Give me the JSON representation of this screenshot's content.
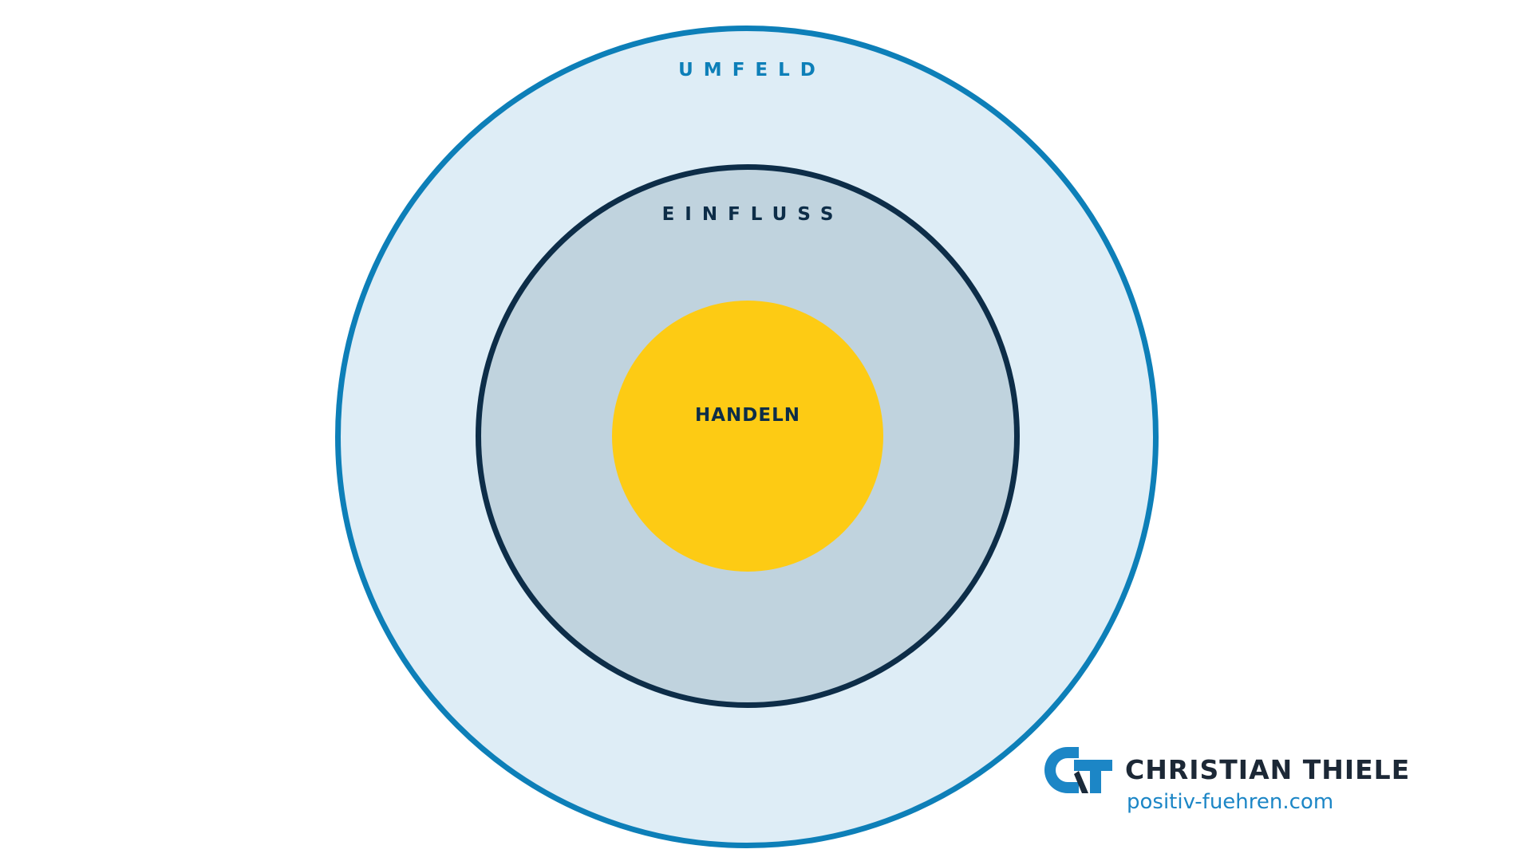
{
  "diagram": {
    "outer": {
      "label": "UMFELD"
    },
    "middle": {
      "label": "EINFLUSS"
    },
    "inner": {
      "label": "HANDELN"
    }
  },
  "brand": {
    "name": "CHRISTIAN THIELE",
    "url": "positiv-fuehren.com",
    "logo_text": "CT"
  },
  "colors": {
    "outer_fill": "#deedf6",
    "outer_stroke": "#0d7fb8",
    "middle_fill": "#c0d3de",
    "middle_stroke": "#0d2d48",
    "inner_fill": "#fdcb14",
    "label_dark": "#0d2d48",
    "brand_blue": "#1c86c6"
  }
}
